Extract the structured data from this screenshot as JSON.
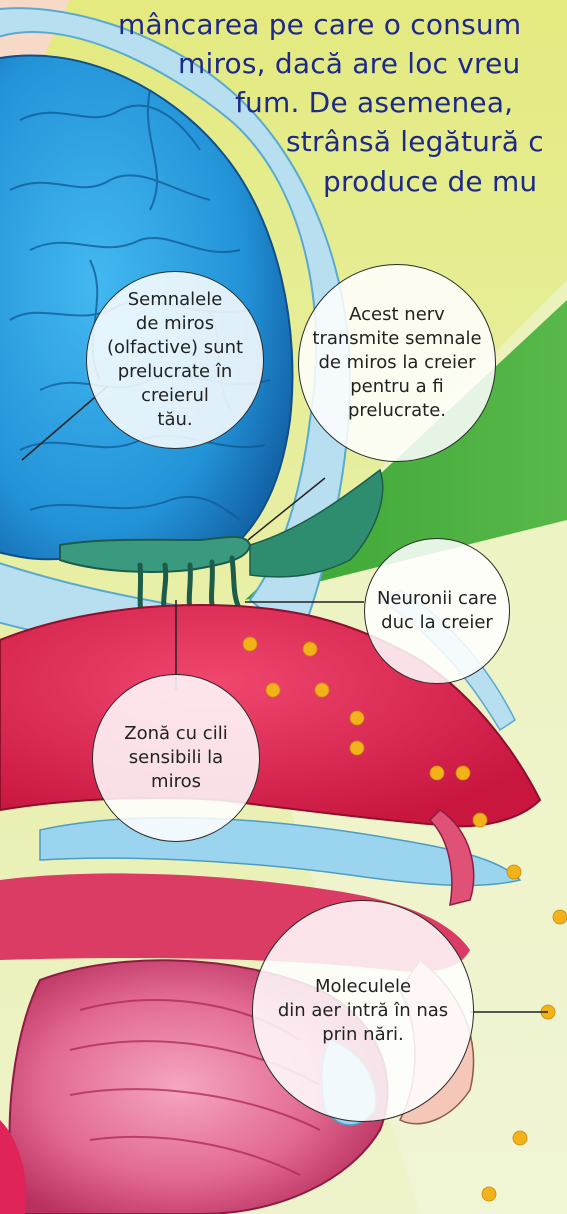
{
  "header": {
    "lines": [
      "mâncarea pe care o consum",
      "miros, dacă are loc vreu",
      "fum. De asemenea,",
      "strânsă legătură c",
      "produce de mu"
    ]
  },
  "labels": {
    "brain": "Semnalele\nde miros\n(olfactive) sunt\nprelucrate în\ncreierul\ntău.",
    "nerve": "Acest nerv\ntransmite semnale\nde miros la creier\npentru a fi\nprelucrate.",
    "neurons": "Neuronii care\nduc la creier",
    "cilia": "Zonă cu cili\nsensibili la\nmiros",
    "molecules": "Moleculele\ndin aer intră în nas\nprin nări."
  },
  "colors": {
    "background_top": "#e7ec8f",
    "background_bottom": "#eef2c8",
    "green_cone": "#3fa63a",
    "brain": "#2da6e6",
    "brain_dark": "#1570b8",
    "nasal_cavity": "#e0245a",
    "throat": "#e97aa0",
    "bone": "#a9d8ee",
    "nerve": "#2e8f75",
    "molecule": "#f4b21a",
    "text_blue": "#1d2a8a"
  }
}
